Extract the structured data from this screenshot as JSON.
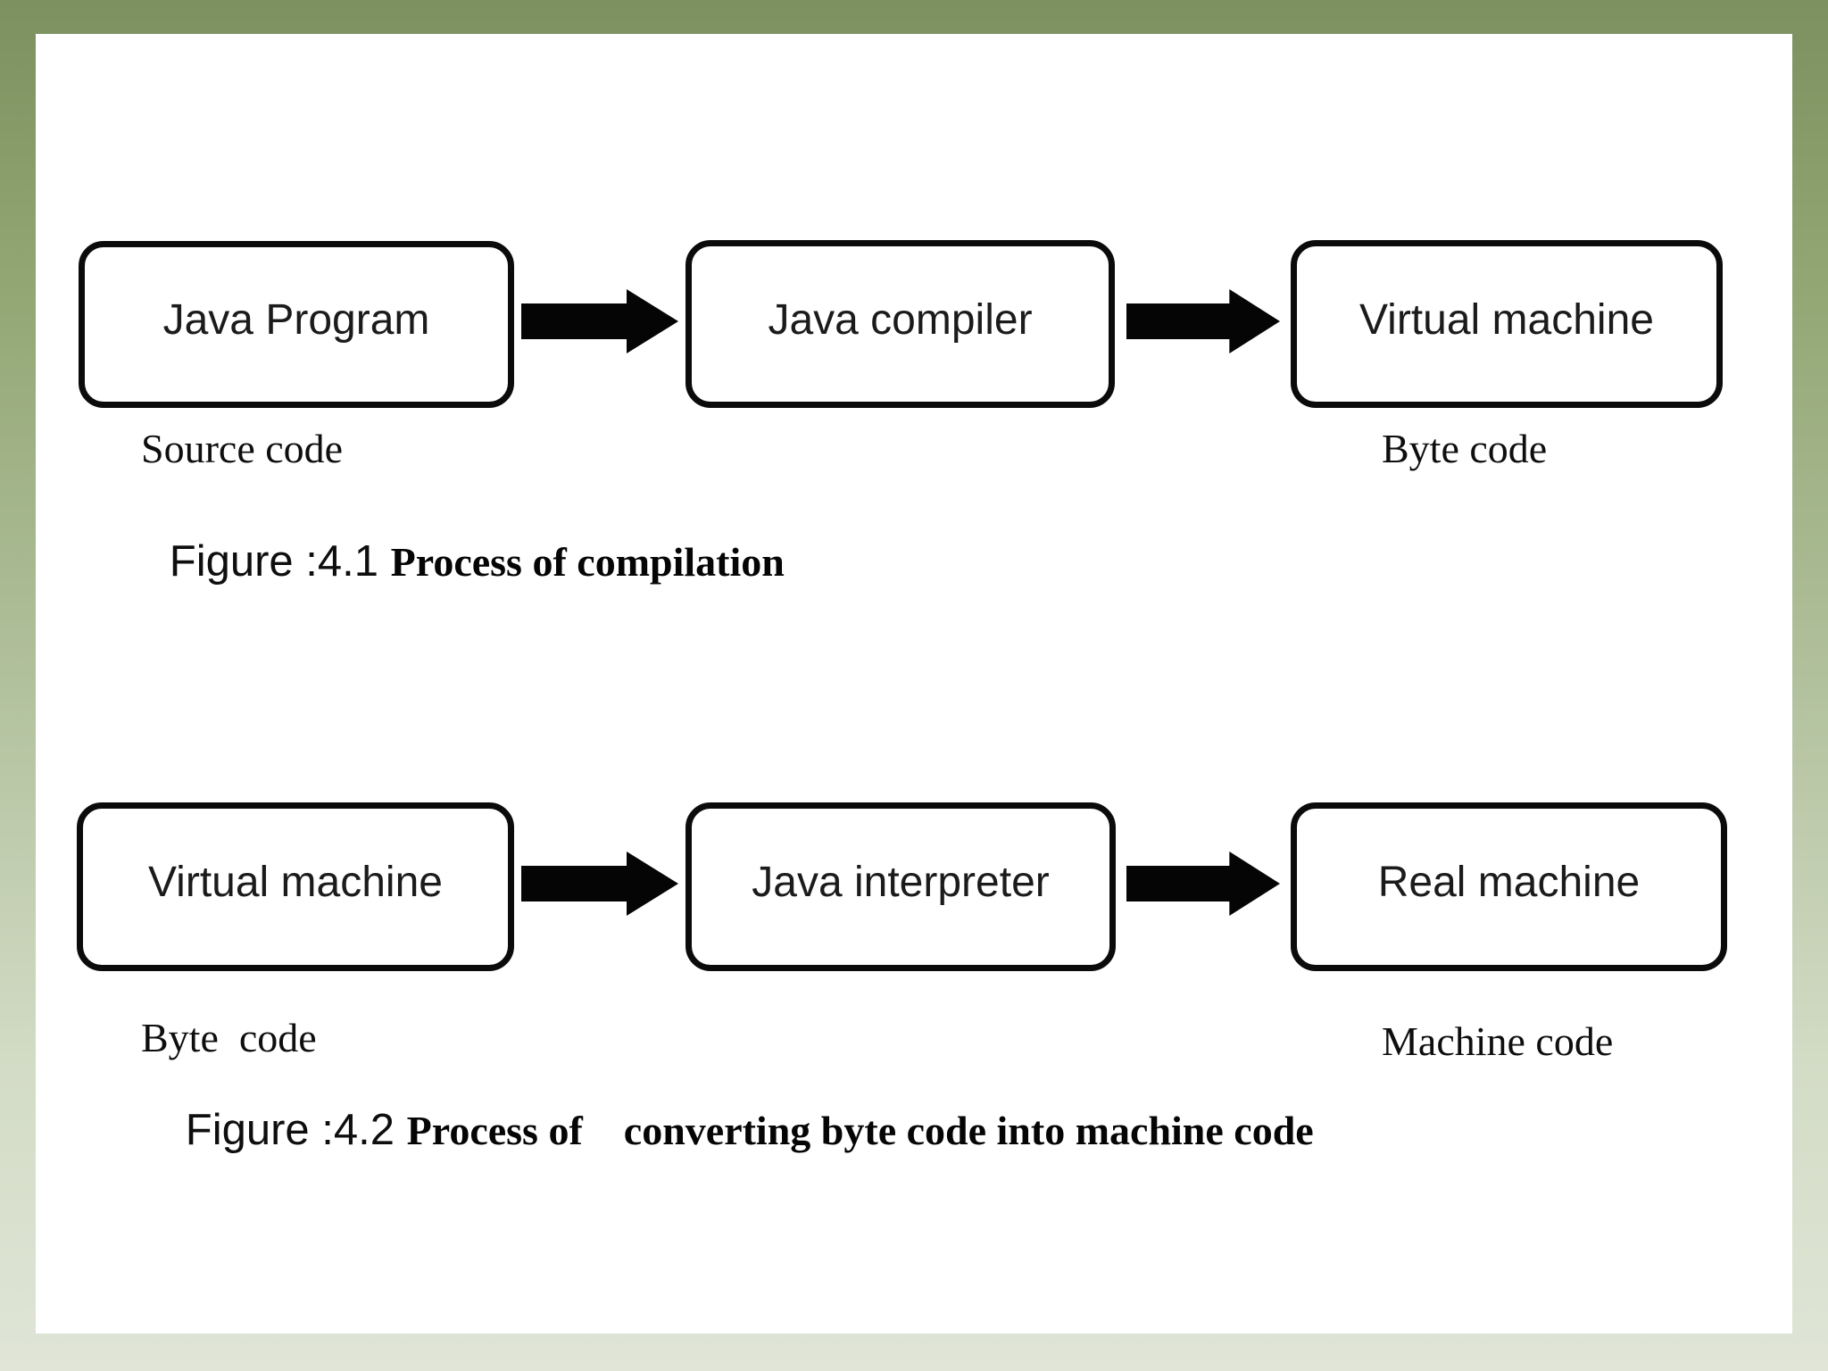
{
  "frame": {
    "gradient_top": "#7c9060",
    "gradient_mid": "#b4c3a0",
    "gradient_bottom": "#e0e5d7",
    "panel_color": "#ffffff",
    "arrow_color": "#050505"
  },
  "figure1": {
    "nodes": [
      "Java Program",
      "Java compiler",
      "Virtual machine"
    ],
    "labels": [
      "Source code",
      "Byte code"
    ],
    "caption": {
      "prefix": "Figure :4.1 ",
      "title": "Process of compilation"
    }
  },
  "figure2": {
    "nodes": [
      "Virtual machine",
      "Java interpreter",
      "Real machine"
    ],
    "labels": [
      "Byte  code",
      "Machine code"
    ],
    "caption": {
      "prefix": "Figure :4.2 ",
      "title": "Process of    converting byte code into machine code"
    }
  }
}
